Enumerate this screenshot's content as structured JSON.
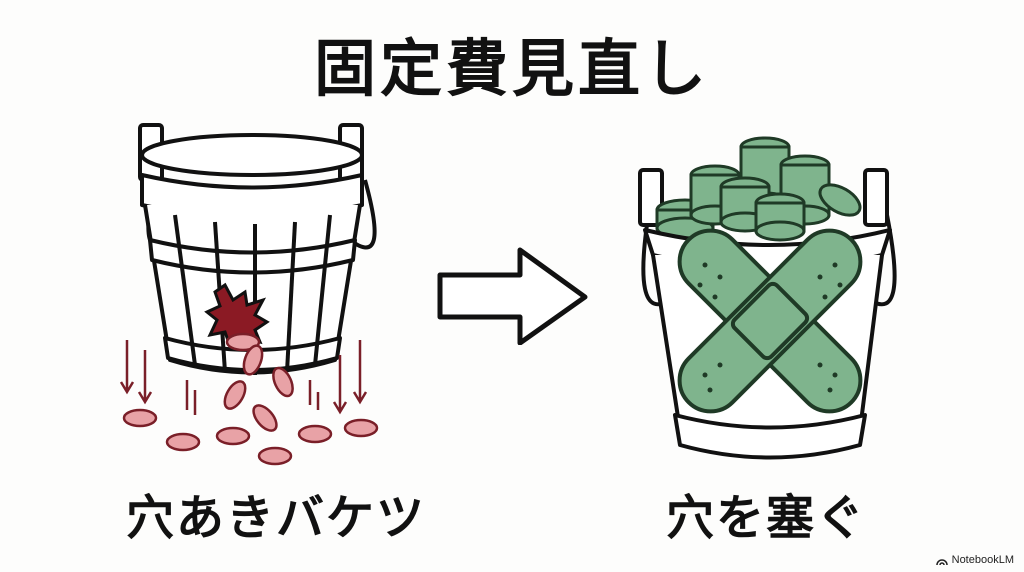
{
  "title": "固定費見直し",
  "left_panel": {
    "label": "穴あきバケツ",
    "colors": {
      "coin": "#e8a2a6",
      "hole": "#8b1a24",
      "arrow": "#7a1f28"
    }
  },
  "arrow": {
    "direction": "right"
  },
  "right_panel": {
    "label": "穴を塞ぐ",
    "colors": {
      "coin": "#7fb48d",
      "bandage": "#7fb48d",
      "outline": "#1f3a26"
    }
  },
  "credit": {
    "text": "NotebookLM"
  }
}
